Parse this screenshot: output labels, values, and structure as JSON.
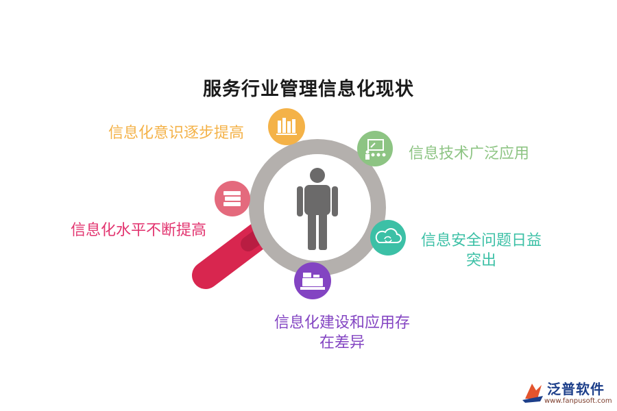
{
  "title": "服务行业管理信息化现状",
  "items": [
    {
      "label": "信息化意识逐步提高",
      "color": "#f4b248",
      "icon": "books-icon"
    },
    {
      "label": "信息技术广泛应用",
      "color": "#8dc483",
      "icon": "presentation-icon"
    },
    {
      "label": "信息化水平不断提高",
      "color": "#e2346f",
      "icon": "stacked-books-icon"
    },
    {
      "label_line1": "信息安全问题日益",
      "label_line2": "突出",
      "color": "#3cc0a6",
      "icon": "cloud-sync-icon"
    },
    {
      "label_line1": "信息化建设和应用存",
      "label_line2": "在差异",
      "color": "#8344c2",
      "icon": "cash-register-icon"
    }
  ],
  "center_icon": "person-icon",
  "colors": {
    "ring": "#b4b0ad",
    "handle": "#d8264f",
    "person": "#6b6a6a",
    "pink_circle": "#e46a7d"
  },
  "logo": {
    "name": "泛普软件",
    "url": "www.fanpusoft.com"
  }
}
